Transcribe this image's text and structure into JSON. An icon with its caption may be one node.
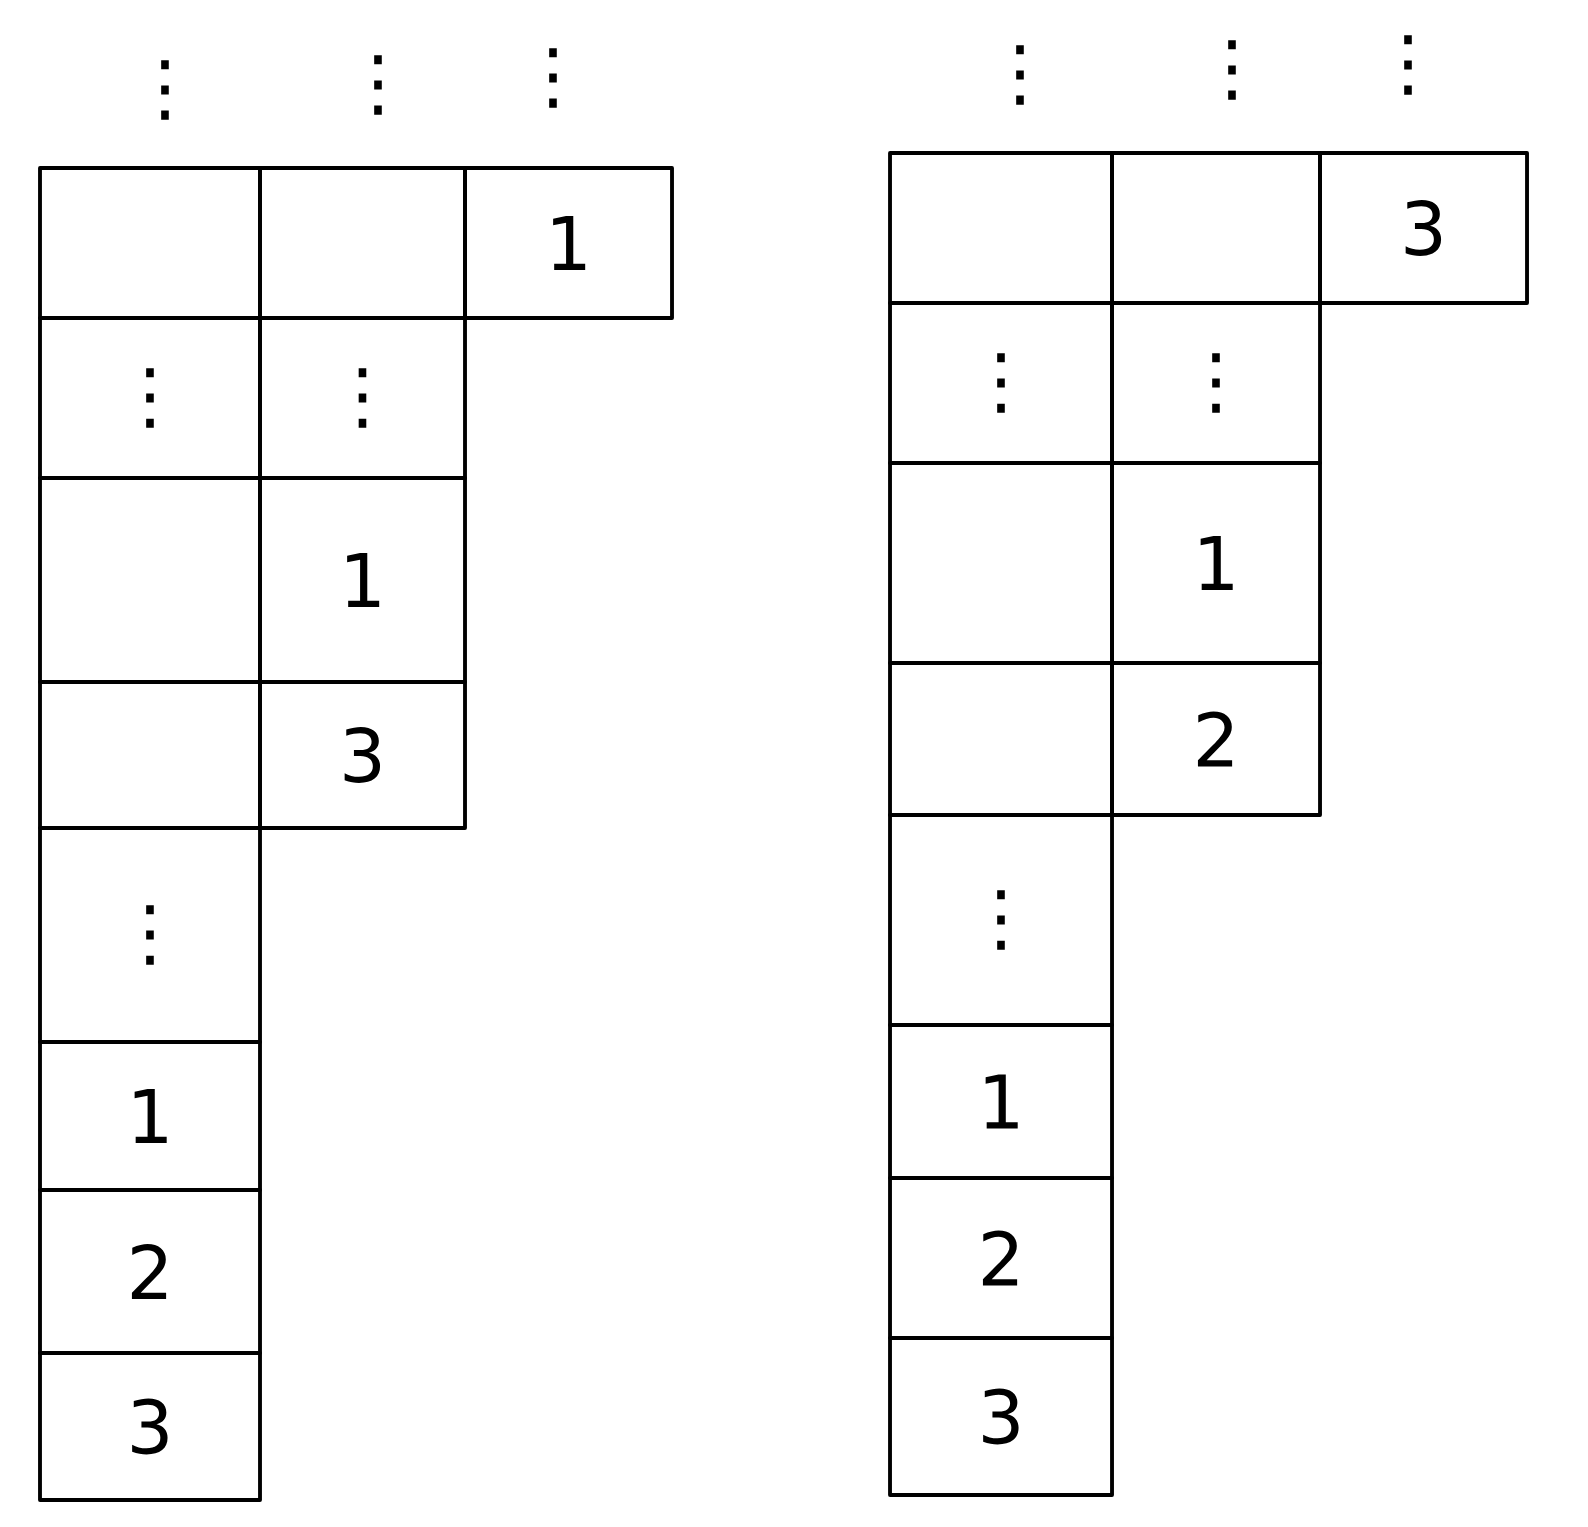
{
  "diagram": {
    "nodes": [
      {
        "text": [],
        "shape": "box"
      },
      {
        "text": [],
        "shape": "box"
      },
      {
        "text": [
          "1"
        ]
      },
      {
        "text": [
          "⋮"
        ]
      },
      {
        "text": [
          "⋮"
        ]
      },
      {
        "text": [],
        "shape": "box"
      },
      {
        "text": [
          "1"
        ]
      },
      {
        "text": [],
        "shape": "box"
      },
      {
        "text": [
          "3"
        ]
      },
      {
        "text": [
          "⋮"
        ]
      },
      {
        "text": [
          "1"
        ]
      },
      {
        "text": [
          "2"
        ]
      },
      {
        "text": [
          "3"
        ]
      },
      {
        "text": [],
        "shape": "box"
      },
      {
        "text": [],
        "shape": "box"
      },
      {
        "text": [
          "3"
        ]
      },
      {
        "text": [
          "⋮"
        ]
      },
      {
        "text": [
          "⋮"
        ]
      },
      {
        "text": [],
        "shape": "box"
      },
      {
        "text": [
          "1"
        ]
      },
      {
        "text": [],
        "shape": "box"
      },
      {
        "text": [
          "2"
        ]
      },
      {
        "text": [
          "⋮"
        ]
      },
      {
        "text": [
          "1"
        ]
      },
      {
        "text": [
          "2"
        ]
      },
      {
        "text": [
          "3"
        ]
      }
    ],
    "labels": [
      "⋮",
      "⋮",
      "⋮",
      "⋮",
      "⋮",
      "⋮"
    ]
  }
}
